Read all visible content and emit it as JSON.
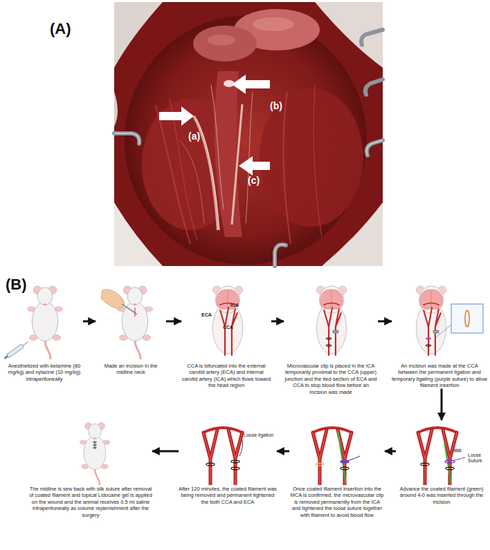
{
  "diagram": {
    "nodes": [
      {
        "text": [
          "Anesthetized with ketamine (80 mg/kg) and xylazine (10 mg/kg) intraperitoneally"
        ]
      },
      {
        "text": [
          "Made an incision in the midline neck"
        ]
      },
      {
        "text": [
          "CCA is bifurcated into the external carotid artery (ECA) and internal carotid artery (ICA) which flows toward the head region"
        ]
      },
      {
        "text": [
          "Microvascular clip is placed in the ICA temporarily proximal to the CCA (upper) junction and the tied section of ECA and CCA to stop blood flow before an incision was made"
        ]
      },
      {
        "text": [
          "An incision was made at the CCA between the permanent ligation and temporary ligating (purple suture) to allow filament insertion"
        ]
      },
      {
        "text": [
          "Advance the coated filament (green) around 4-0 was inserted through the incision"
        ]
      },
      {
        "text": [
          "Once coated filament insertion into the MCA is confirmed, the microvascular clip is removed permanently from the ICA and tightened the loose suture together with filament to avoid blood flow"
        ]
      },
      {
        "text": [
          "After 120 minutes, the coated filament was being removed and permanent tightened the both CCA and ECA"
        ]
      },
      {
        "text": [
          "The midline is sew back with silk suture after removal of coated filament and topical Lidocaine gel is applied on the wound and the animal receives 0.5 ml saline intraperitoneally as volume replenishment after the surgery"
        ]
      }
    ],
    "edges": [
      {
        "from": 0,
        "to": 1,
        "arrow": "to"
      },
      {
        "from": 1,
        "to": 2,
        "arrow": "to"
      },
      {
        "from": 2,
        "to": 3,
        "arrow": "to"
      },
      {
        "from": 3,
        "to": 4,
        "arrow": "to"
      },
      {
        "from": 4,
        "to": 5,
        "arrow": "to"
      },
      {
        "from": 5,
        "to": 6,
        "arrow": "to"
      },
      {
        "from": 6,
        "to": 7,
        "arrow": "to"
      },
      {
        "from": 7,
        "to": 8,
        "arrow": "to"
      }
    ],
    "labels": [
      "(A)",
      "(a)",
      "(b)",
      "(c)",
      "(B)",
      "ICA",
      "ECA",
      "CCA",
      "Loose Suture",
      "Loose ligation"
    ]
  }
}
